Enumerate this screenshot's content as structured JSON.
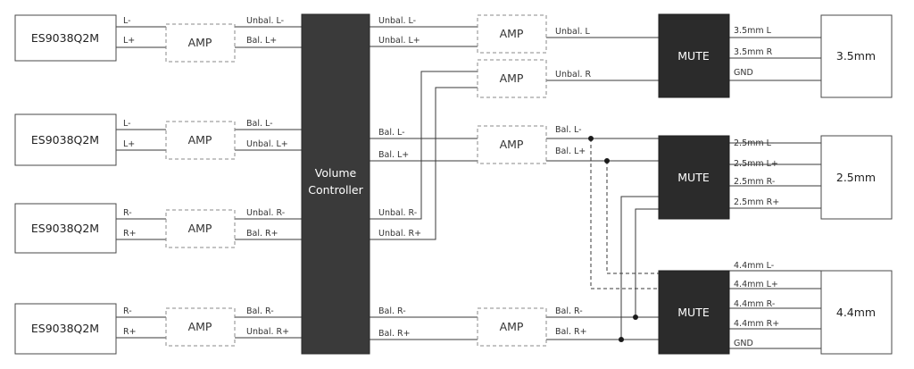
{
  "dacs": [
    {
      "label": "ES9038Q2M",
      "top": "L-",
      "bottom": "L+"
    },
    {
      "label": "ES9038Q2M",
      "top": "L-",
      "bottom": "L+"
    },
    {
      "label": "ES9038Q2M",
      "top": "R-",
      "bottom": "R+"
    },
    {
      "label": "ES9038Q2M",
      "top": "R-",
      "bottom": "R+"
    }
  ],
  "amp_label": "AMP",
  "vc_inputs": [
    [
      "Unbal. L-",
      "Bal. L+"
    ],
    [
      "Bal. L-",
      "Unbal. L+"
    ],
    [
      "Unbal. R-",
      "Bal. R+"
    ],
    [
      "Bal. R-",
      "Unbal. R+"
    ]
  ],
  "volume_controller": {
    "line1": "Volume",
    "line2": "Controller"
  },
  "vc_outputs": {
    "unbal_top": [
      "Unbal. L-",
      "Unbal. L+"
    ],
    "bal_l": [
      "Bal. L-",
      "Bal. L+"
    ],
    "unbal_r": [
      "Unbal. R-",
      "Unbal. R+"
    ],
    "bal_r": [
      "Bal. R-",
      "Bal. R+"
    ]
  },
  "mute_inputs": {
    "unbal_l": "Unbal. L",
    "unbal_r": "Unbal. R",
    "bal_l": [
      "Bal. L-",
      "Bal. L+"
    ],
    "bal_r": [
      "Bal. R-",
      "Bal. R+"
    ]
  },
  "mute_label": "MUTE",
  "outputs": {
    "jack35": {
      "label": "3.5mm",
      "pins": [
        "3.5mm L",
        "3.5mm R",
        "GND"
      ]
    },
    "jack25": {
      "label": "2.5mm",
      "pins": [
        "2.5mm L-",
        "2.5mm L+",
        "2.5mm R-",
        "2.5mm R+"
      ]
    },
    "jack44": {
      "label": "4.4mm",
      "pins": [
        "4.4mm L-",
        "4.4mm L+",
        "4.4mm R-",
        "4.4mm R+",
        "GND"
      ]
    }
  }
}
